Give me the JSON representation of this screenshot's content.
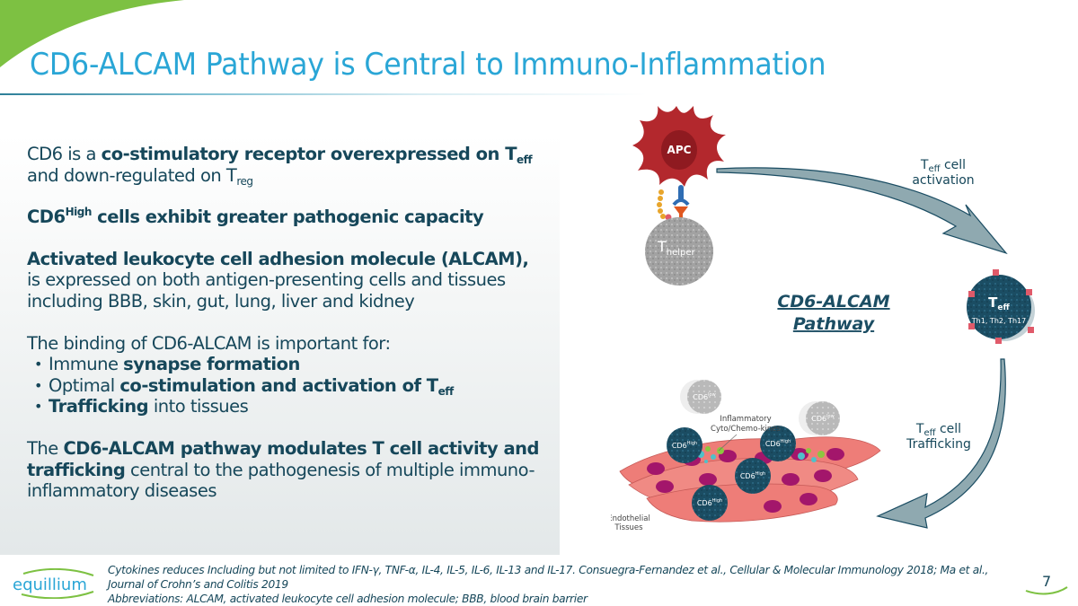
{
  "slide": {
    "title": "CD6-ALCAM Pathway is Central to Immuno-Inflammation",
    "page_number": "7",
    "accent_green": "#7dc142",
    "title_color": "#2aa6d6",
    "text_color": "#16475a"
  },
  "body": {
    "p1": {
      "lead": "CD6 is a ",
      "bold": "co-stimulatory receptor overexpressed on T",
      "bold_sub": "eff",
      "line2": "and down-regulated on T",
      "line2_sub": "reg"
    },
    "p2": {
      "bold_a": "CD6",
      "bold_sup": "High",
      "bold_b": " cells exhibit greater pathogenic capacity"
    },
    "p3": {
      "bold": "Activated leukocyte cell adhesion molecule (ALCAM),",
      "rest": "is expressed on both antigen-presenting cells and tissues including BBB, skin, gut, lung, liver and kidney"
    },
    "p4": {
      "intro": "The binding of CD6-ALCAM is important for:",
      "bullets": [
        {
          "plain_before": "Immune ",
          "bold": "synapse formation",
          "bold_sub": "",
          "plain_after": ""
        },
        {
          "plain_before": "Optimal ",
          "bold": "co-stimulation and activation of T",
          "bold_sub": "eff",
          "plain_after": ""
        },
        {
          "plain_before": "",
          "bold": "Trafficking",
          "bold_sub": "",
          "plain_after": " into tissues"
        }
      ]
    },
    "p5": {
      "lead": "The ",
      "bold": "CD6-ALCAM pathway modulates T cell activity and trafficking",
      "rest": " central to the pathogenesis of multiple immuno-inflammatory diseases"
    }
  },
  "diagram": {
    "center_title_line1": "CD6-ALCAM",
    "center_title_line2": "Pathway",
    "apc_label": "APC",
    "thelper_label": "T",
    "thelper_sub": "helper",
    "teff_label": "T",
    "teff_sub": "eff",
    "teff_subtypes": "Th1, Th2, Th17",
    "activation_label_t": "T",
    "activation_label_sub": "eff",
    "activation_label_rest": " cell",
    "activation_label_line2": "activation",
    "trafficking_label_t": "T",
    "trafficking_label_sub": "eff",
    "trafficking_label_rest": " cell",
    "trafficking_label_line2": "Trafficking",
    "cytokines_line1": "Inflammatory",
    "cytokines_line2": "Cyto/Chemo-kines",
    "endothelial_line1": "Endothelial",
    "endothelial_line2": "Tissues",
    "cd6_high": "CD6",
    "cd6_high_sup": "High",
    "cd6_low": "CD6",
    "cd6_low_sup": "low",
    "colors": {
      "apc": "#b3282d",
      "teff": "#1b4d63",
      "thelper": "#9a9a9a",
      "arrow_fill": "#8fa9b0",
      "arrow_stroke": "#1b4d63",
      "tissue": "#ee7d78",
      "nucleus": "#a3166b"
    }
  },
  "footer": {
    "logo_text": "equillium",
    "line1": "Cytokines reduces Including but not limited to IFN-γ, TNF-α, IL-4, IL-5, IL-6, IL-13 and IL-17. Consuegra-Fernandez et al., Cellular & Molecular Immunology 2018; Ma et al.,",
    "line2": "Journal of Crohn’s and Colitis 2019",
    "line3": "Abbreviations: ALCAM, activated leukocyte cell adhesion molecule; BBB, blood brain barrier"
  }
}
